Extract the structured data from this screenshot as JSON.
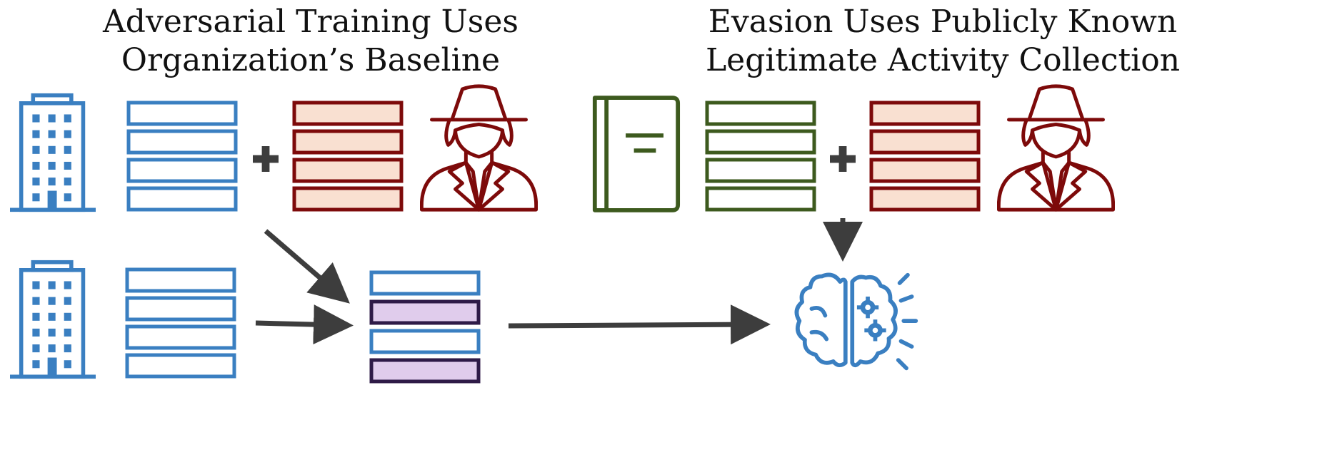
{
  "titles": {
    "left_line1": "Adversarial Training Uses",
    "left_line2": "Organization’s Baseline",
    "right_line1": "Evasion Uses Publicly Known",
    "right_line2": "Legitimate Activity Collection"
  },
  "icons": [
    "building-icon",
    "spy-icon",
    "book-icon",
    "brain-gears-icon",
    "plus-icon",
    "arrow-icon"
  ],
  "colors": {
    "blue": "#3a7fc1",
    "dark_red": "#7d0a0a",
    "peach_fill": "#f9e0d1",
    "green": "#3d5a1e",
    "purple_stroke": "#2e1a47",
    "purple_fill": "#e0ccec",
    "arrow_gray": "#3d3d3d"
  }
}
